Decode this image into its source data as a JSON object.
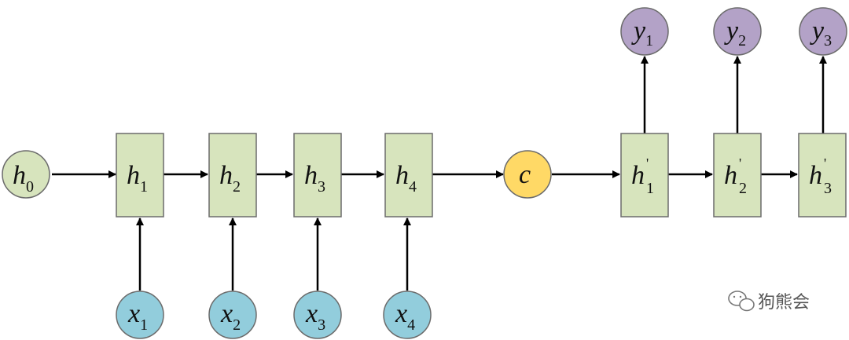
{
  "colors": {
    "box_fill": "#d7e4bd",
    "box_stroke": "#6b6b6b",
    "h0_fill": "#d7e4bd",
    "x_fill": "#92cddc",
    "c_fill": "#ffd966",
    "y_fill": "#b3a2c7",
    "edge": "#000000"
  },
  "nodes": {
    "h0": {
      "base": "h",
      "sub": "0"
    },
    "h1": {
      "base": "h",
      "sub": "1"
    },
    "h2": {
      "base": "h",
      "sub": "2"
    },
    "h3": {
      "base": "h",
      "sub": "3"
    },
    "h4": {
      "base": "h",
      "sub": "4"
    },
    "x1": {
      "base": "x",
      "sub": "1"
    },
    "x2": {
      "base": "x",
      "sub": "2"
    },
    "x3": {
      "base": "x",
      "sub": "3"
    },
    "x4": {
      "base": "x",
      "sub": "4"
    },
    "c": {
      "base": "c"
    },
    "hp1": {
      "base": "h",
      "prime": "'",
      "sub": "1"
    },
    "hp2": {
      "base": "h",
      "prime": "'",
      "sub": "2"
    },
    "hp3": {
      "base": "h",
      "prime": "'",
      "sub": "3"
    },
    "y1": {
      "base": "y",
      "sub": "1"
    },
    "y2": {
      "base": "y",
      "sub": "2"
    },
    "y3": {
      "base": "y",
      "sub": "3"
    }
  },
  "watermark": {
    "icon": "wechat-icon",
    "text": "狗熊会"
  }
}
